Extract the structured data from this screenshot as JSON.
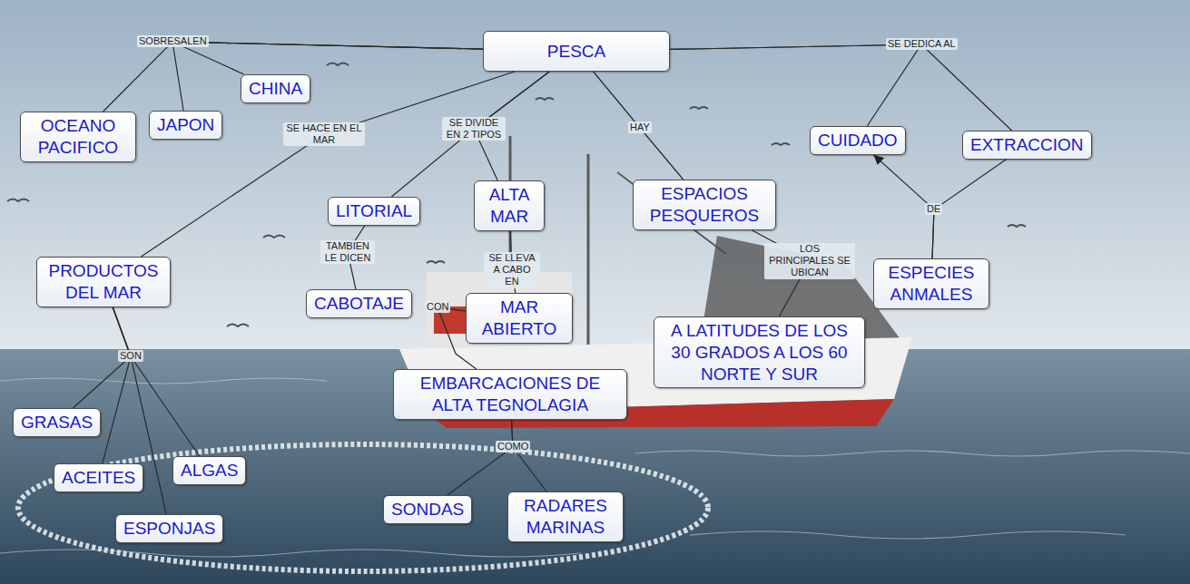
{
  "diagram": {
    "nodes": [
      {
        "text": [
          "PESCA"
        ]
      },
      {
        "text": [
          "OCEANO PACIFICO"
        ]
      },
      {
        "text": [
          "JAPON"
        ]
      },
      {
        "text": [
          "CHINA"
        ]
      },
      {
        "text": [
          "CUIDADO"
        ]
      },
      {
        "text": [
          "EXTRACCION"
        ]
      },
      {
        "text": [
          "LITORIAL"
        ]
      },
      {
        "text": [
          "ALTA MAR"
        ]
      },
      {
        "text": [
          "ESPACIOS PESQUEROS"
        ]
      },
      {
        "text": [
          "PRODUCTOS DEL MAR"
        ]
      },
      {
        "text": [
          "CABOTAJE"
        ]
      },
      {
        "text": [
          "MAR ABIERTO"
        ]
      },
      {
        "text": [
          "A LATITUDES DE LOS 30 GRADOS A LOS 60 NORTE Y SUR"
        ]
      },
      {
        "text": [
          "ESPECIES ANMALES"
        ]
      },
      {
        "text": [
          "EMBARCACIONES DE ALTA TEGNOLAGIA"
        ]
      },
      {
        "text": [
          "GRASAS"
        ]
      },
      {
        "text": [
          "ACEITES"
        ]
      },
      {
        "text": [
          "ALGAS"
        ]
      },
      {
        "text": [
          "ESPONJAS"
        ]
      },
      {
        "text": [
          "SONDAS"
        ]
      },
      {
        "text": [
          "RADARES MARINAS"
        ]
      }
    ],
    "edges": [
      {
        "from": 0,
        "to": 1,
        "arrow": "none",
        "label": "SOBRESALEN"
      },
      {
        "from": 0,
        "to": 2,
        "arrow": "none"
      },
      {
        "from": 0,
        "to": 3,
        "arrow": "none"
      },
      {
        "from": 0,
        "to": 9,
        "arrow": "none",
        "label": "SE HACE EN EL MAR"
      },
      {
        "from": 0,
        "to": 6,
        "arrow": "none",
        "label": "SE DIVIDE EN 2 TIPOS"
      },
      {
        "from": 0,
        "to": 7,
        "arrow": "none"
      },
      {
        "from": 0,
        "to": 8,
        "arrow": "none",
        "label": "HAY"
      },
      {
        "from": 0,
        "to": 4,
        "arrow": "none",
        "label": "SE DEDICA AL"
      },
      {
        "from": 0,
        "to": 5,
        "arrow": "none"
      },
      {
        "from": 6,
        "to": 10,
        "arrow": "none",
        "label": "TAMBIEN LE DICEN"
      },
      {
        "from": 7,
        "to": 11,
        "arrow": "none",
        "label": "SE LLEVA A CABO EN"
      },
      {
        "from": 8,
        "to": 12,
        "arrow": "none",
        "label": "LOS PRINCIPALES SE UBICAN"
      },
      {
        "from": 13,
        "to": 4,
        "arrow": "to",
        "label": "DE"
      },
      {
        "from": 5,
        "to": 13,
        "arrow": "none"
      },
      {
        "from": 11,
        "to": 14,
        "arrow": "none",
        "label": "CON"
      },
      {
        "from": 9,
        "to": 15,
        "arrow": "none",
        "label": "SON"
      },
      {
        "from": 9,
        "to": 16,
        "arrow": "none"
      },
      {
        "from": 9,
        "to": 17,
        "arrow": "none"
      },
      {
        "from": 9,
        "to": 18,
        "arrow": "none"
      },
      {
        "from": 14,
        "to": 19,
        "arrow": "none",
        "label": "COMO"
      },
      {
        "from": 14,
        "to": 20,
        "arrow": "none"
      }
    ]
  }
}
